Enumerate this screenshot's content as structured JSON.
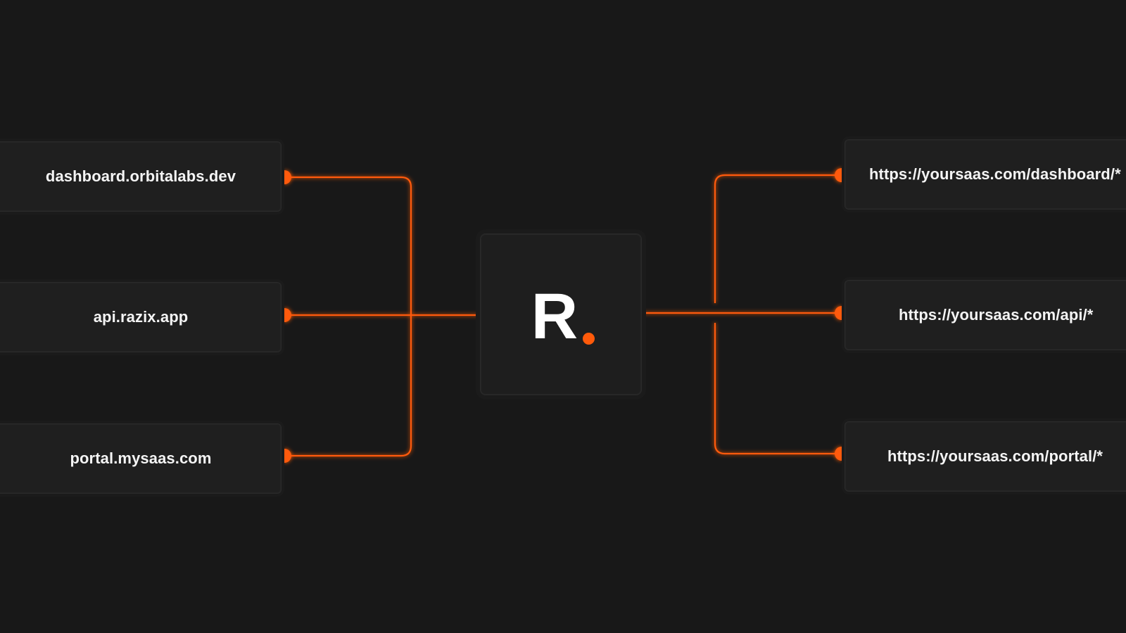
{
  "colors": {
    "background": "#181818",
    "card": "#1f1f1f",
    "accent": "#ff5a0a",
    "text": "#f4f4f4"
  },
  "sources": [
    {
      "label": "dashboard.orbitalabs.dev"
    },
    {
      "label": "api.razix.app"
    },
    {
      "label": "portal.mysaas.com"
    }
  ],
  "hub": {
    "logo_letter": "R",
    "logo_dot_icon": "orange-dot"
  },
  "destinations": [
    {
      "label": "https://yoursaas.com/dashboard/*"
    },
    {
      "label": "https://yoursaas.com/api/*"
    },
    {
      "label": "https://yoursaas.com/portal/*"
    }
  ]
}
